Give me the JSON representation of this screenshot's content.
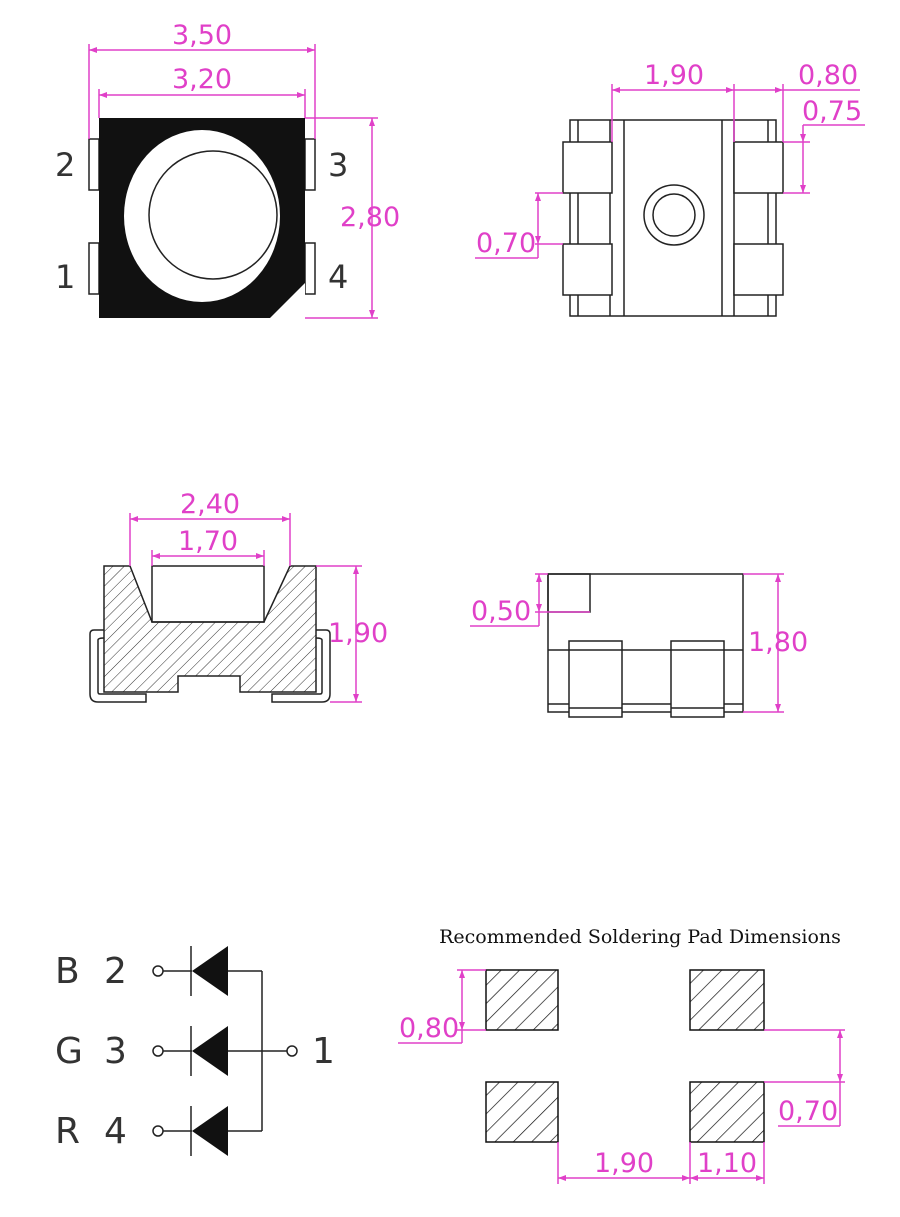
{
  "colors": {
    "dimension": "#e040c8",
    "outline": "#222222",
    "fill": "#111111"
  },
  "top_view": {
    "dim_width_outer": "3,50",
    "dim_width_inner": "3,20",
    "dim_height": "2,80",
    "pins": {
      "p2": "2",
      "p3": "3",
      "p1": "1",
      "p4": "4"
    }
  },
  "bottom_view": {
    "dim_pad_pitch": "1,90",
    "dim_pad_edge": "0,80",
    "dim_pad_width": "0,75",
    "dim_pad_gap": "0,70"
  },
  "side_view": {
    "dim_top": "2,40",
    "dim_inner": "1,70",
    "dim_height": "1,90"
  },
  "end_view": {
    "dim_mark": "0,50",
    "dim_height": "1,80"
  },
  "schematic": {
    "rows": [
      {
        "color": "B",
        "pin": "2"
      },
      {
        "color": "G",
        "pin": "3"
      },
      {
        "color": "R",
        "pin": "4"
      }
    ],
    "common_pin": "1"
  },
  "pad_layout": {
    "title": "Recommended Soldering Pad Dimensions",
    "dim_pad_height": "0,80",
    "dim_pad_gap": "0,70",
    "dim_pitch": "1,90",
    "dim_pad_width": "1,10"
  }
}
